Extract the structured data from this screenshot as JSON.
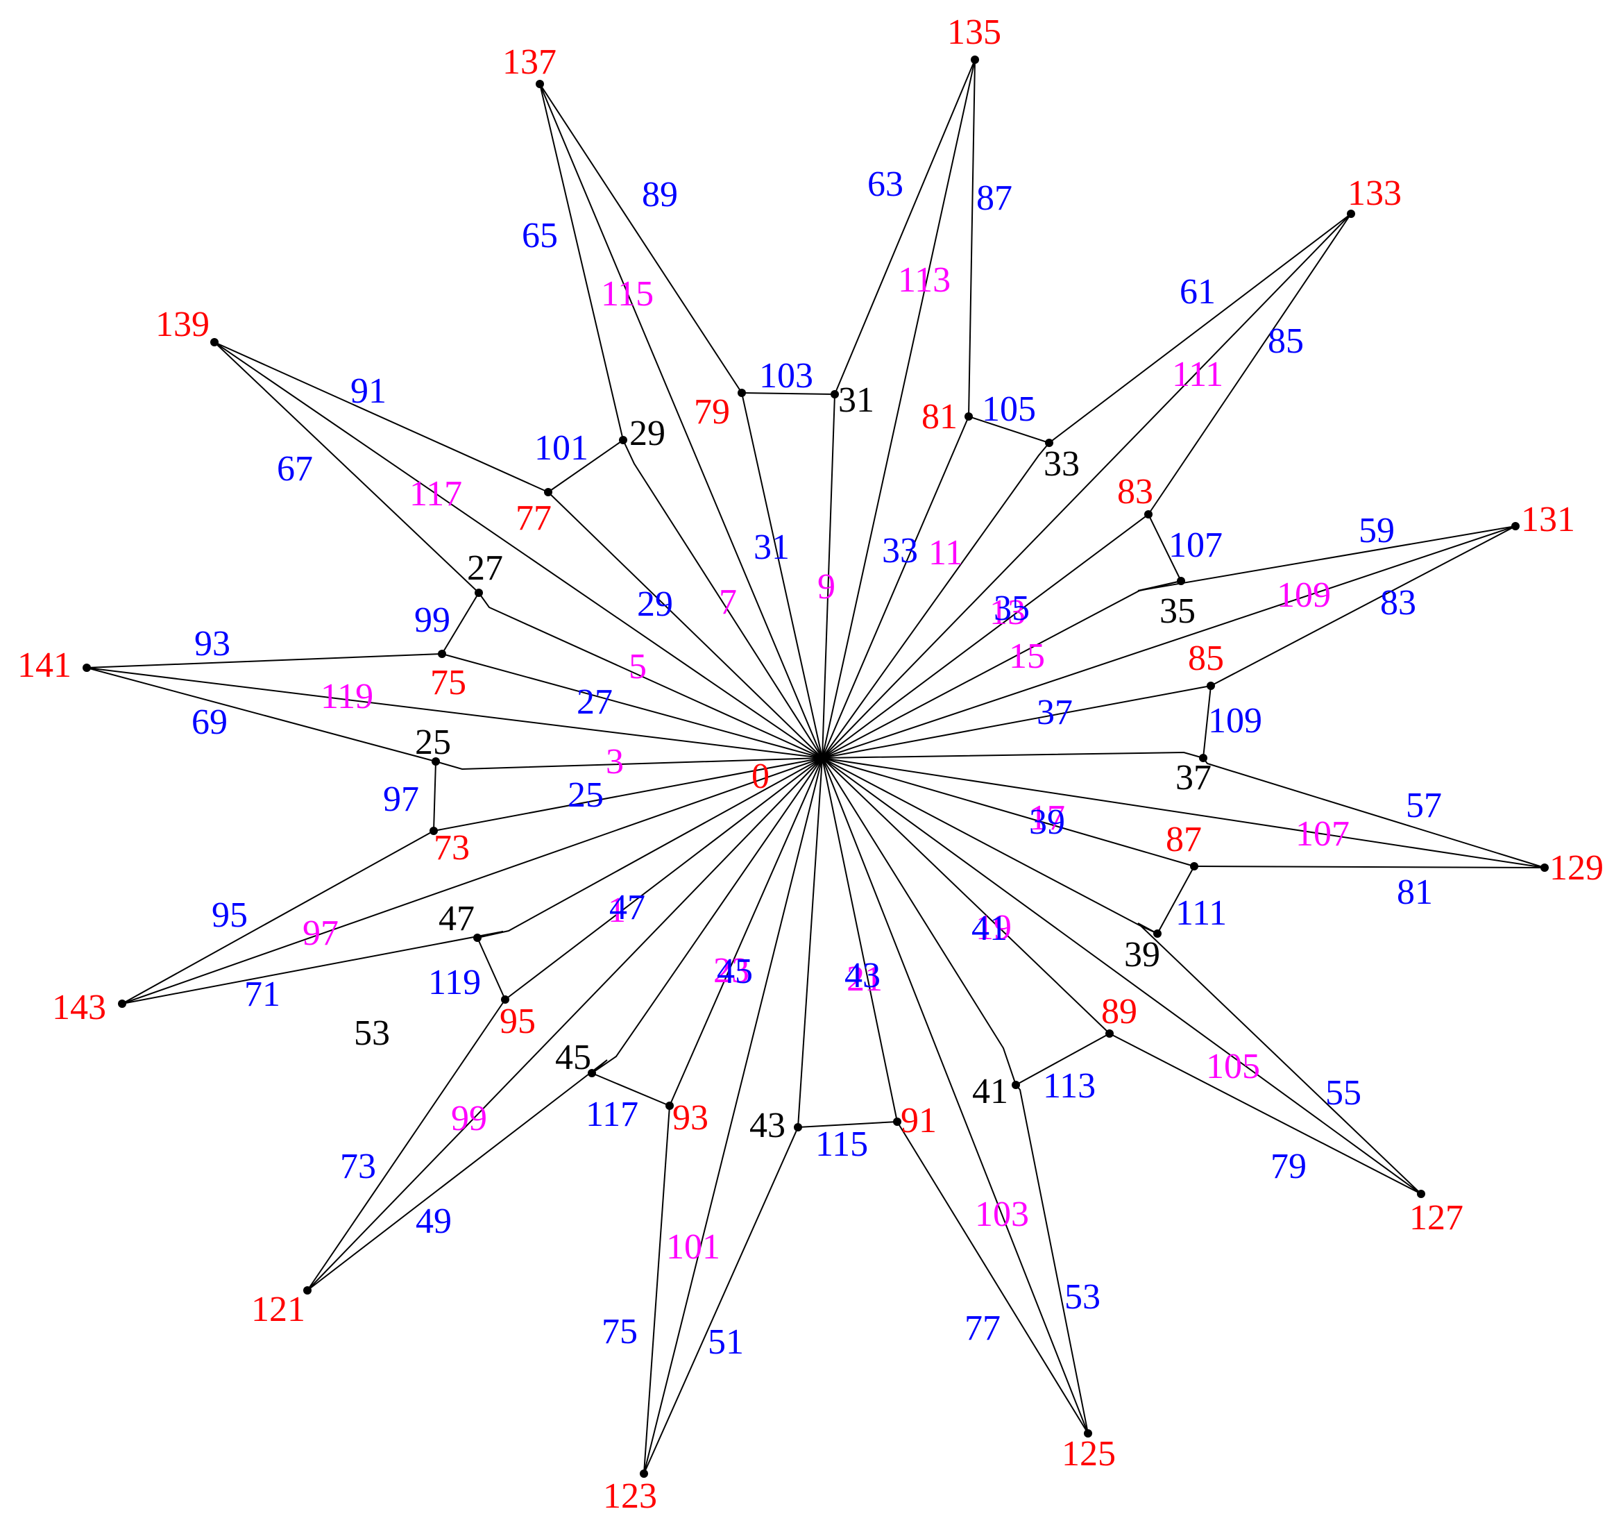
{
  "colors": {
    "vertex_label": "#ff0000",
    "edge_label_odd_outer": "#0000ff",
    "edge_label_magenta": "#ff00ff",
    "vertex_label_black": "#000000",
    "edge": "#000000"
  },
  "vertices": [
    {
      "id": "0",
      "label": "0",
      "color": "red"
    },
    {
      "id": "25",
      "label": "25",
      "color": "black"
    },
    {
      "id": "27",
      "label": "27",
      "color": "black"
    },
    {
      "id": "29",
      "label": "29",
      "color": "black"
    },
    {
      "id": "31",
      "label": "31",
      "color": "black"
    },
    {
      "id": "33",
      "label": "33",
      "color": "black"
    },
    {
      "id": "35",
      "label": "35",
      "color": "black"
    },
    {
      "id": "37",
      "label": "37",
      "color": "black"
    },
    {
      "id": "39",
      "label": "39",
      "color": "black"
    },
    {
      "id": "41",
      "label": "41",
      "color": "black"
    },
    {
      "id": "43",
      "label": "43",
      "color": "black"
    },
    {
      "id": "45",
      "label": "45",
      "color": "black"
    },
    {
      "id": "47",
      "label": "47",
      "color": "black"
    },
    {
      "id": "73",
      "label": "73",
      "color": "red"
    },
    {
      "id": "75",
      "label": "75",
      "color": "red"
    },
    {
      "id": "77",
      "label": "77",
      "color": "red"
    },
    {
      "id": "79",
      "label": "79",
      "color": "red"
    },
    {
      "id": "81",
      "label": "81",
      "color": "red"
    },
    {
      "id": "83",
      "label": "83",
      "color": "red"
    },
    {
      "id": "85",
      "label": "85",
      "color": "red"
    },
    {
      "id": "87",
      "label": "87",
      "color": "red"
    },
    {
      "id": "89",
      "label": "89",
      "color": "red"
    },
    {
      "id": "91",
      "label": "91",
      "color": "red"
    },
    {
      "id": "93",
      "label": "93",
      "color": "red"
    },
    {
      "id": "95",
      "label": "95",
      "color": "red"
    },
    {
      "id": "121",
      "label": "121",
      "color": "red"
    },
    {
      "id": "123",
      "label": "123",
      "color": "red"
    },
    {
      "id": "125",
      "label": "125",
      "color": "red"
    },
    {
      "id": "127",
      "label": "127",
      "color": "red"
    },
    {
      "id": "129",
      "label": "129",
      "color": "red"
    },
    {
      "id": "131",
      "label": "131",
      "color": "red"
    },
    {
      "id": "133",
      "label": "133",
      "color": "red"
    },
    {
      "id": "135",
      "label": "135",
      "color": "red"
    },
    {
      "id": "137",
      "label": "137",
      "color": "red"
    },
    {
      "id": "139",
      "label": "139",
      "color": "red"
    },
    {
      "id": "141",
      "label": "141",
      "color": "red"
    },
    {
      "id": "143",
      "label": "143",
      "color": "red"
    }
  ],
  "stray_label": "53",
  "edges": [
    {
      "from": "0",
      "to": "25",
      "label": "3",
      "color": "magenta"
    },
    {
      "from": "0",
      "to": "27",
      "label": "5",
      "color": "magenta"
    },
    {
      "from": "0",
      "to": "29",
      "label": "7",
      "color": "magenta"
    },
    {
      "from": "0",
      "to": "31",
      "label": "9",
      "color": "magenta"
    },
    {
      "from": "0",
      "to": "33",
      "label": "11",
      "color": "magenta"
    },
    {
      "from": "0",
      "to": "35",
      "label": "13",
      "color": "magenta"
    },
    {
      "from": "0",
      "to": "37",
      "label": "15",
      "color": "magenta"
    },
    {
      "from": "0",
      "to": "39",
      "label": "17",
      "color": "magenta"
    },
    {
      "from": "0",
      "to": "41",
      "label": "19",
      "color": "magenta"
    },
    {
      "from": "0",
      "to": "43",
      "label": "21",
      "color": "magenta"
    },
    {
      "from": "0",
      "to": "45",
      "label": "23",
      "color": "magenta"
    },
    {
      "from": "0",
      "to": "47",
      "label": "1",
      "color": "magenta"
    },
    {
      "from": "0",
      "to": "73",
      "label": "25",
      "color": "blue"
    },
    {
      "from": "0",
      "to": "75",
      "label": "27",
      "color": "blue"
    },
    {
      "from": "0",
      "to": "77",
      "label": "29",
      "color": "blue"
    },
    {
      "from": "0",
      "to": "79",
      "label": "31",
      "color": "blue"
    },
    {
      "from": "0",
      "to": "81",
      "label": "33",
      "color": "blue"
    },
    {
      "from": "0",
      "to": "83",
      "label": "35",
      "color": "blue"
    },
    {
      "from": "0",
      "to": "85",
      "label": "37",
      "color": "blue"
    },
    {
      "from": "0",
      "to": "87",
      "label": "39",
      "color": "blue"
    },
    {
      "from": "0",
      "to": "89",
      "label": "41",
      "color": "blue"
    },
    {
      "from": "0",
      "to": "91",
      "label": "43",
      "color": "blue"
    },
    {
      "from": "0",
      "to": "93",
      "label": "45",
      "color": "blue"
    },
    {
      "from": "0",
      "to": "95",
      "label": "47",
      "color": "blue"
    },
    {
      "from": "0",
      "to": "121",
      "label": "99",
      "color": "magenta"
    },
    {
      "from": "0",
      "to": "123",
      "label": "101",
      "color": "magenta"
    },
    {
      "from": "0",
      "to": "125",
      "label": "103",
      "color": "magenta"
    },
    {
      "from": "0",
      "to": "127",
      "label": "105",
      "color": "magenta"
    },
    {
      "from": "0",
      "to": "129",
      "label": "107",
      "color": "magenta"
    },
    {
      "from": "0",
      "to": "131",
      "label": "109",
      "color": "magenta"
    },
    {
      "from": "0",
      "to": "133",
      "label": "111",
      "color": "magenta"
    },
    {
      "from": "0",
      "to": "135",
      "label": "113",
      "color": "magenta"
    },
    {
      "from": "0",
      "to": "137",
      "label": "115",
      "color": "magenta"
    },
    {
      "from": "0",
      "to": "139",
      "label": "117",
      "color": "magenta"
    },
    {
      "from": "0",
      "to": "141",
      "label": "119",
      "color": "magenta"
    },
    {
      "from": "0",
      "to": "143",
      "label": "97",
      "color": "magenta"
    },
    {
      "from": "25",
      "to": "73",
      "label": "97",
      "color": "blue"
    },
    {
      "from": "27",
      "to": "75",
      "label": "99",
      "color": "blue"
    },
    {
      "from": "29",
      "to": "77",
      "label": "101",
      "color": "blue"
    },
    {
      "from": "31",
      "to": "79",
      "label": "103",
      "color": "blue"
    },
    {
      "from": "33",
      "to": "81",
      "label": "105",
      "color": "blue"
    },
    {
      "from": "35",
      "to": "83",
      "label": "107",
      "color": "blue"
    },
    {
      "from": "37",
      "to": "85",
      "label": "109",
      "color": "blue"
    },
    {
      "from": "39",
      "to": "87",
      "label": "111",
      "color": "blue"
    },
    {
      "from": "41",
      "to": "89",
      "label": "113",
      "color": "blue"
    },
    {
      "from": "43",
      "to": "91",
      "label": "115",
      "color": "blue"
    },
    {
      "from": "45",
      "to": "93",
      "label": "117",
      "color": "blue"
    },
    {
      "from": "47",
      "to": "95",
      "label": "119",
      "color": "blue"
    },
    {
      "from": "121",
      "to": "95",
      "label": "73",
      "color": "blue"
    },
    {
      "from": "121",
      "to": "45",
      "label": "49",
      "color": "blue"
    },
    {
      "from": "123",
      "to": "93",
      "label": "75",
      "color": "blue"
    },
    {
      "from": "123",
      "to": "43",
      "label": "51",
      "color": "blue"
    },
    {
      "from": "125",
      "to": "91",
      "label": "77",
      "color": "blue"
    },
    {
      "from": "125",
      "to": "41",
      "label": "53",
      "color": "blue"
    },
    {
      "from": "127",
      "to": "89",
      "label": "79",
      "color": "blue"
    },
    {
      "from": "127",
      "to": "39",
      "label": "55",
      "color": "blue"
    },
    {
      "from": "129",
      "to": "87",
      "label": "81",
      "color": "blue"
    },
    {
      "from": "129",
      "to": "37",
      "label": "57",
      "color": "blue"
    },
    {
      "from": "131",
      "to": "85",
      "label": "83",
      "color": "blue"
    },
    {
      "from": "131",
      "to": "35",
      "label": "59",
      "color": "blue"
    },
    {
      "from": "133",
      "to": "83",
      "label": "85",
      "color": "blue"
    },
    {
      "from": "133",
      "to": "33",
      "label": "61",
      "color": "blue"
    },
    {
      "from": "135",
      "to": "81",
      "label": "87",
      "color": "blue"
    },
    {
      "from": "135",
      "to": "31",
      "label": "63",
      "color": "blue"
    },
    {
      "from": "137",
      "to": "29",
      "label": "65",
      "color": "blue"
    },
    {
      "from": "137",
      "to": "79",
      "label": "89",
      "color": "blue"
    },
    {
      "from": "139",
      "to": "27",
      "label": "67",
      "color": "blue"
    },
    {
      "from": "139",
      "to": "77",
      "label": "91",
      "color": "blue"
    },
    {
      "from": "141",
      "to": "75",
      "label": "93",
      "color": "blue"
    },
    {
      "from": "141",
      "to": "25",
      "label": "69",
      "color": "blue"
    },
    {
      "from": "143",
      "to": "73",
      "label": "95",
      "color": "blue"
    },
    {
      "from": "143",
      "to": "47",
      "label": "71",
      "color": "blue"
    }
  ]
}
